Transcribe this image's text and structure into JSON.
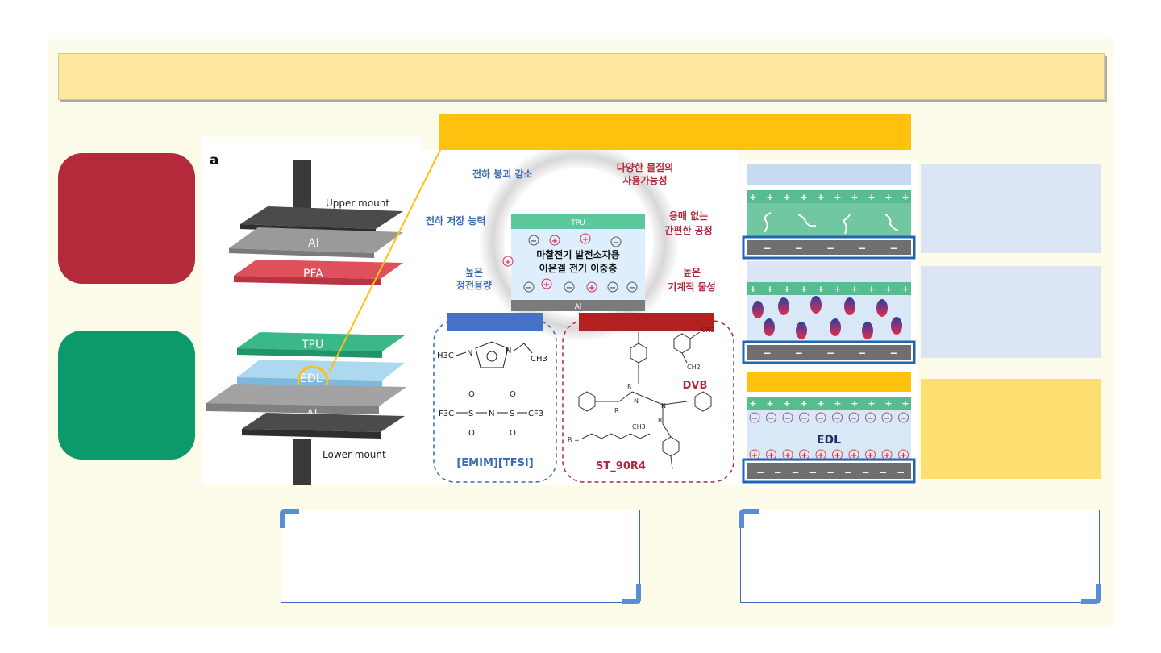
{
  "panel_letter": "a",
  "stack": {
    "upper_mount": "Upper mount",
    "al_top": "Al",
    "pfa": "PFA",
    "tpu": "TPU",
    "edl": "EDL",
    "al_bottom": "Al",
    "lower_mount": "Lower mount"
  },
  "ring": {
    "tl": "전하 붕괴 감소",
    "tr_1": "다양한 물질의",
    "tr_2": "사용가능성",
    "ml": "전하 저장 능력",
    "mr_1": "용매 없는",
    "mr_2": "간편한 공정",
    "bl_1": "높은",
    "bl_2": "정전용량",
    "br_1": "높은",
    "br_2": "기계적 물성"
  },
  "center": {
    "tpu_label": "TPU",
    "al_label": "Al",
    "title_1": "마찰전기 발전소자용",
    "title_2": "이온겔 전기 이중층"
  },
  "ionic_liquid": {
    "name": "[EMIM][TFSI]",
    "f_h3c": "H3C",
    "f_n": "N",
    "f_ch3": "CH3",
    "f_f3c": "F3C",
    "f_cf3": "CF3",
    "f_s": "S",
    "f_o": "O"
  },
  "polymer": {
    "name": "ST_90R4",
    "dvb": "DVB",
    "f_n": "N",
    "f_r": "R",
    "f_ch2": "CH2",
    "f_ch3": "CH3",
    "f_req": "R ="
  },
  "right_fig": {
    "edl": "EDL",
    "plus": "+",
    "minus": "−"
  },
  "colors": {
    "title_bar": "#fee89f",
    "accent_orange": "#fdc10e",
    "red": "#b42a3a",
    "green": "#0c9a6c",
    "blue_text": "#3d6ab5",
    "red_text": "#b3283a",
    "panel_blue": "#dbe5f5",
    "panel_yellow": "#fede6e"
  }
}
